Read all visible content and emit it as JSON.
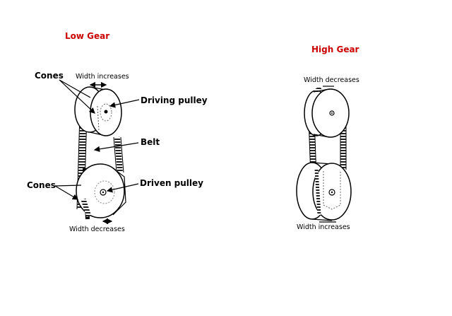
{
  "colors": {
    "title": "#cc0000",
    "ink": "#000000",
    "paper": "#ffffff"
  },
  "low_gear": {
    "title": "Low Gear",
    "cones_top": "Cones",
    "width_top": "Width increases",
    "driving_pulley": "Driving pulley",
    "belt": "Belt",
    "cones_bottom": "Cones",
    "driven_pulley": "Driven pulley",
    "width_bottom": "Width decreases"
  },
  "high_gear": {
    "title": "High Gear",
    "width_top": "Width decreases",
    "width_bottom": "Width increases"
  }
}
